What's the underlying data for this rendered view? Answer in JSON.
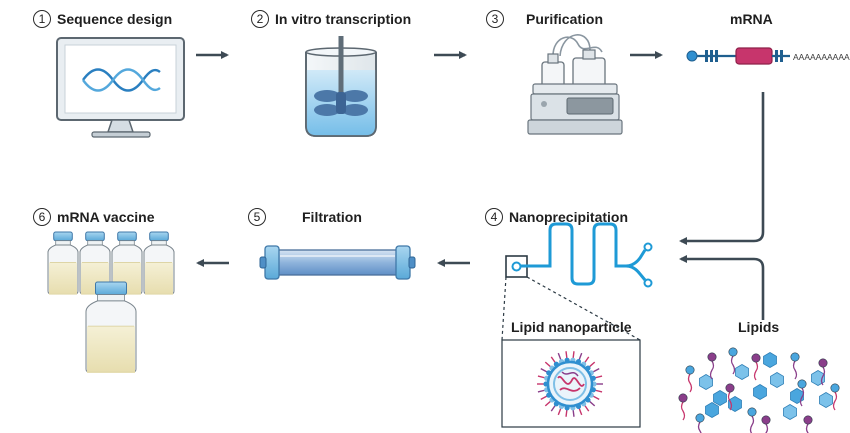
{
  "steps": [
    {
      "number": "1",
      "label": "Sequence design"
    },
    {
      "number": "2",
      "label": "In vitro transcription"
    },
    {
      "number": "3",
      "label": "Purification"
    },
    {
      "number": "4",
      "label": "Nanoprecipitation"
    },
    {
      "number": "5",
      "label": "Filtration"
    },
    {
      "number": "6",
      "label": "mRNA vaccine"
    }
  ],
  "labels": {
    "mrna": "mRNA",
    "lipids": "Lipids",
    "lipid_nanoparticle": "Lipid nanoparticle",
    "poly_a": "AAAAAAAAAA"
  },
  "colors": {
    "arrow": "#3d4a54",
    "dna": "#2a7fc0",
    "cap": "#2f8fd0",
    "coding": "#c7356c",
    "channel": "#1e9ad6",
    "vial_cap": "#86c3e6",
    "vial_fill": "#efe9c6",
    "lipid_head": "#4aa6de",
    "lipid_tail": "#8a3e8a"
  }
}
